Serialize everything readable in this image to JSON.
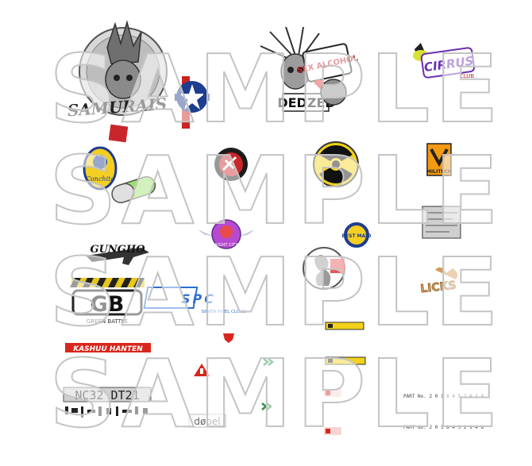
{
  "watermark": "SAMPLE",
  "stickers": {
    "samurais": "SAMURAIS",
    "sex_alcohol": "SEX ALCOHOL",
    "dedzed": "DEDZED",
    "cirrus": "CIRRUS",
    "cirrus_sub": "CLUB",
    "conchita": "Conchita",
    "militech": "MILITECH",
    "gungho": "GUNGHO",
    "best_maid": "BEST MAID",
    "gb": "GB",
    "gb_sub": "GREEN BATTLE",
    "spc": "SPC",
    "spc_sub": "SILVER PIXEL CLOUD",
    "licks": "LICKS",
    "kashuu": "KASHUU HANTEN",
    "nc32": "NC32 DT21",
    "dopel": "døpel",
    "part_no_1": "PART No. 2 0 1 8 4 5 2 9 4 8",
    "part_no_2": "PART No. 2 0 1 8 4 5 2 9 4 8",
    "night_city": "NIGHT CITY"
  },
  "colors": {
    "watermark_stroke": "#c4c4c4",
    "radiation_yellow": "#f2d21a",
    "gb_stripe": "#e8c61a",
    "militech_orange": "#f19a12",
    "kashuu_red": "#d9261c",
    "cirrus_purple": "#6a2fb3"
  }
}
